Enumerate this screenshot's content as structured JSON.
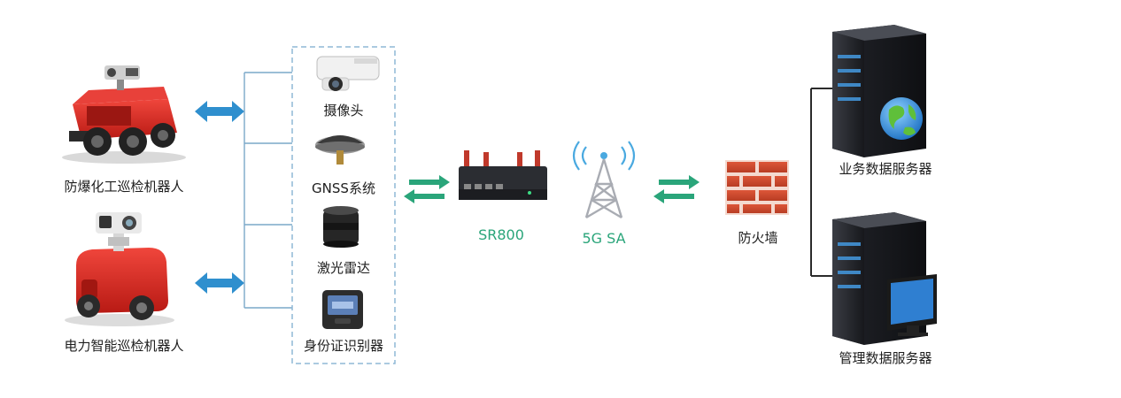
{
  "robots": {
    "explosion_proof_label": "防爆化工巡检机器人",
    "power_label": "电力智能巡检机器人"
  },
  "sensors": {
    "camera_label": "摄像头",
    "gnss_label": "GNSS系统",
    "lidar_label": "激光雷达",
    "id_reader_label": "身份证识别器"
  },
  "router": {
    "label": "SR800"
  },
  "network": {
    "label": "5G SA"
  },
  "firewall": {
    "label": "防火墙"
  },
  "servers": {
    "business_label": "业务数据服务器",
    "management_label": "管理数据服务器"
  },
  "colors": {
    "link_line": "#7aa8c9",
    "dashed_box": "#8fb8d6",
    "robot_arrow": "#2f8fce",
    "green_arrow": "#2aa57a",
    "label_accent": "#2aa57a"
  }
}
